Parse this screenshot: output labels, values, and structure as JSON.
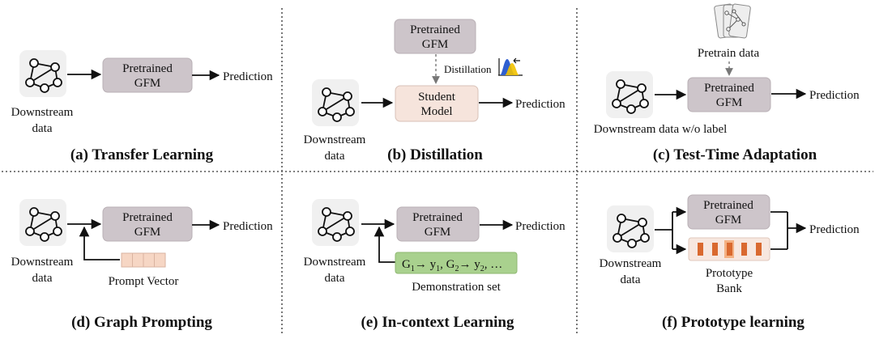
{
  "panels": {
    "a": {
      "caption": "(a) Transfer Learning",
      "input": [
        "Downstream",
        "data"
      ],
      "model": [
        "Pretrained",
        "GFM"
      ],
      "output": "Prediction"
    },
    "b": {
      "caption": "(b) Distillation",
      "teacher": [
        "Pretrained",
        "GFM"
      ],
      "edge": "Distillation",
      "student": [
        "Student",
        "Model"
      ],
      "input": [
        "Downstream",
        "data"
      ],
      "output": "Prediction"
    },
    "c": {
      "caption": "(c) Test-Time Adaptation",
      "source": "Pretrain data",
      "model": [
        "Pretrained",
        "GFM"
      ],
      "input": "Downstream data w/o label",
      "output": "Prediction"
    },
    "d": {
      "caption": "(d) Graph Prompting",
      "input": [
        "Downstream",
        "data"
      ],
      "model": [
        "Pretrained",
        "GFM"
      ],
      "prompt": "Prompt Vector",
      "output": "Prediction"
    },
    "e": {
      "caption": "(e) In-context Learning",
      "input": [
        "Downstream",
        "data"
      ],
      "model": [
        "Pretrained",
        "GFM"
      ],
      "demo_label": "Demonstration set",
      "demo_text": {
        "a": "G",
        "a_sub": "1",
        "b": "→ y",
        "b_sub": "1",
        "c": ", G",
        "c_sub": "2",
        "d": "→ y",
        "d_sub": "2",
        "e": ", …"
      },
      "output": "Prediction"
    },
    "f": {
      "caption": "(f) Prototype learning",
      "input": [
        "Downstream",
        "data"
      ],
      "model": [
        "Pretrained",
        "GFM"
      ],
      "bank": [
        "Prototype",
        "Bank"
      ],
      "output": "Prediction"
    }
  },
  "colors": {
    "gfm": "#cdc5ca",
    "student": "#f6e4dc",
    "demo": "#a9d18e",
    "prototype": "#d9692f",
    "prompt": "#f6d6c4"
  }
}
